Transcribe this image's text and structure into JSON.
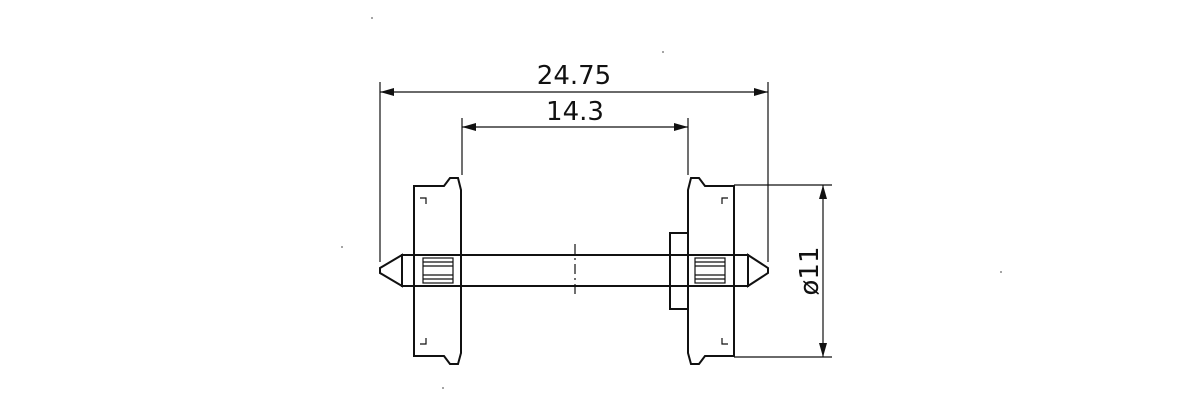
{
  "dimensions": {
    "overall_length": "24.75",
    "back_to_back": "14.3",
    "wheel_diameter": "ø11"
  }
}
